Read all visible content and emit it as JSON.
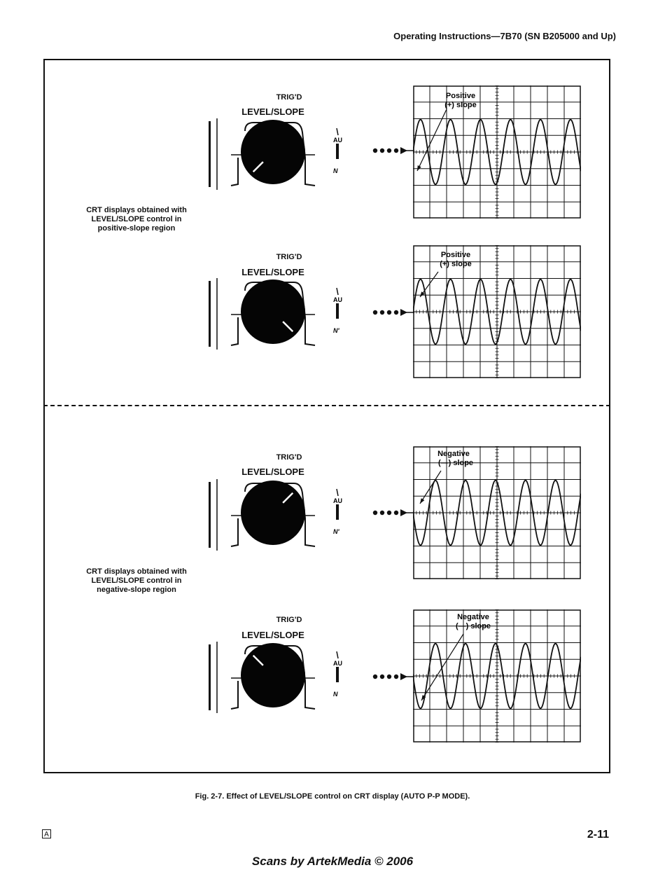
{
  "header": {
    "title": "Operating Instructions—7B70 (SN B205000 and Up)"
  },
  "sections": [
    {
      "label": "CRT displays obtained with LEVEL/SLOPE control in positive-slope region"
    },
    {
      "label": "CRT displays obtained with LEVEL/SLOPE control in negative-slope region"
    }
  ],
  "panels": [
    {
      "knob_title_1": "TRIG'D",
      "knob_title_2": "LEVEL/SLOPE",
      "screen_label_1": "Positive",
      "screen_label_2": "(+) slope",
      "pointer_angle_deg": 225,
      "side_marks": [
        "AU",
        "N"
      ]
    },
    {
      "knob_title_1": "TRIG'D",
      "knob_title_2": "LEVEL/SLOPE",
      "screen_label_1": "Positive",
      "screen_label_2": "(+) slope",
      "pointer_angle_deg": 315,
      "side_marks": [
        "AU",
        "N'"
      ]
    },
    {
      "knob_title_1": "TRIG'D",
      "knob_title_2": "LEVEL/SLOPE",
      "screen_label_1": "Negative",
      "screen_label_2": "(—) slope",
      "pointer_angle_deg": 45,
      "side_marks": [
        "AU",
        "N'"
      ]
    },
    {
      "knob_title_1": "TRIG'D",
      "knob_title_2": "LEVEL/SLOPE",
      "screen_label_1": "Negative",
      "screen_label_2": "(—) slope",
      "pointer_angle_deg": 135,
      "side_marks": [
        "AU",
        "N"
      ]
    }
  ],
  "figure": {
    "caption": "Fig. 2-7. Effect of LEVEL/SLOPE control on CRT display (AUTO P-P MODE)."
  },
  "footer": {
    "page_number": "2-11",
    "corner_mark": "A",
    "scan_credit": "Scans by ArtekMedia © 2006"
  }
}
